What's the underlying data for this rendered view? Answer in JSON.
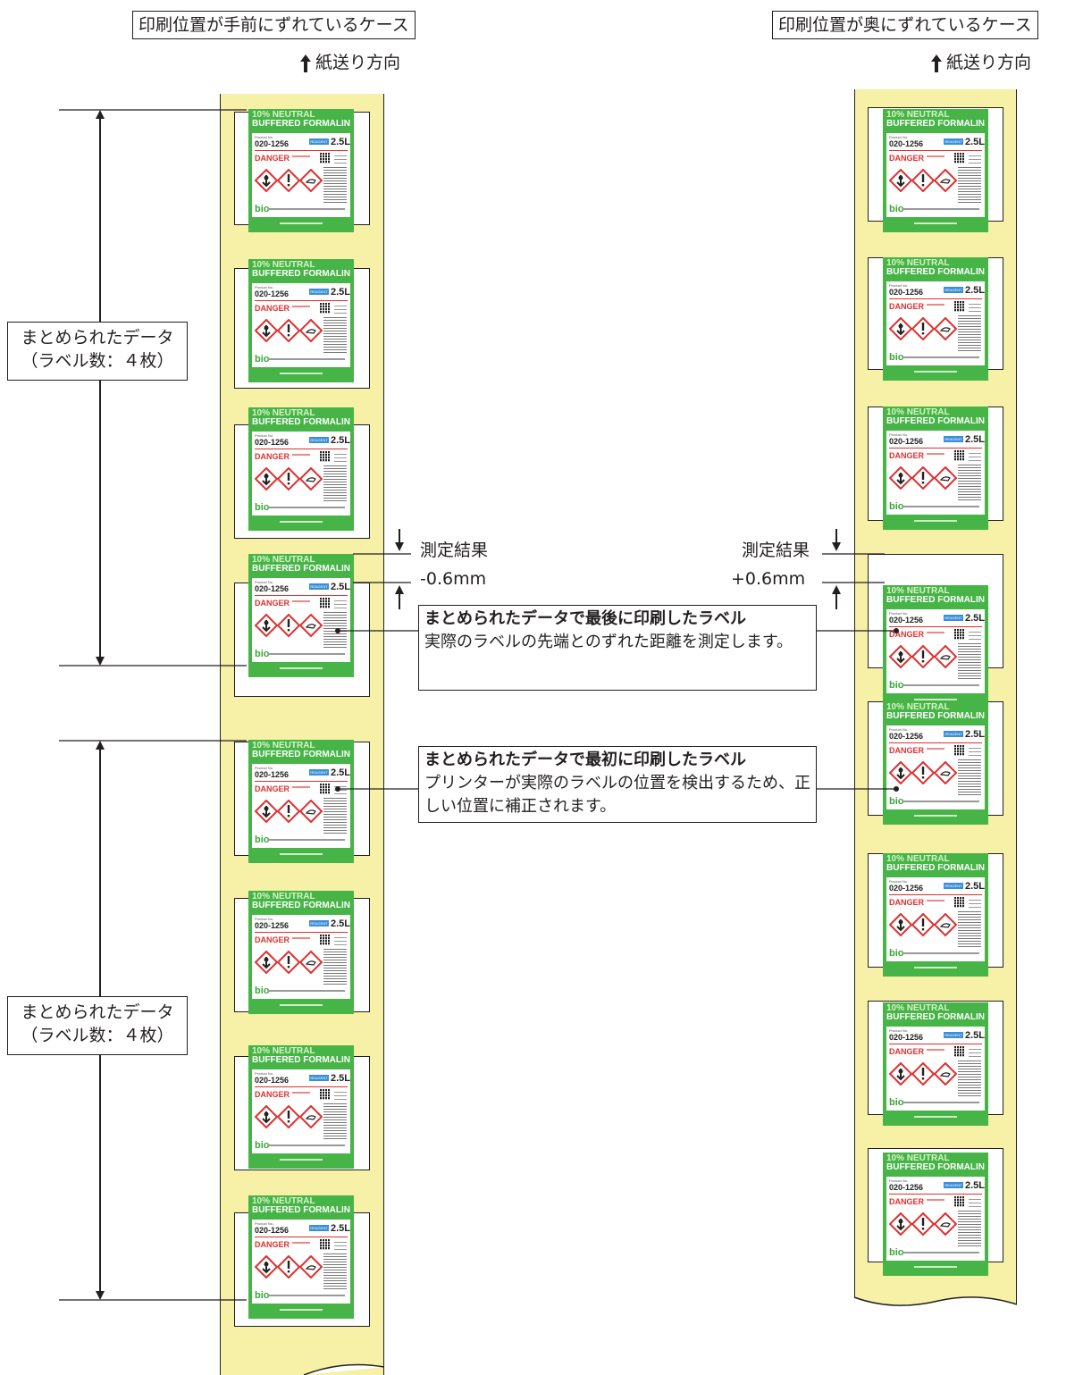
{
  "left_case": {
    "title": "印刷位置が手前にずれているケース",
    "feed_direction": "紙送り方向",
    "group_label_line1": "まとめられたデータ",
    "group_label_line2": "（ラベル数：４枚）",
    "measure_label": "測定結果",
    "measure_value": "-0.6mm"
  },
  "right_case": {
    "title": "印刷位置が奥にずれているケース",
    "feed_direction": "紙送り方向",
    "measure_label": "測定結果",
    "measure_value": "+0.6mm"
  },
  "callout_last": {
    "heading": "まとめられたデータで最後に印刷したラベル",
    "body": "実際のラベルの先端とのずれた距離を測定します。"
  },
  "callout_first": {
    "heading": "まとめられたデータで最初に印刷したラベル",
    "body": "プリンターが実際のラベルの位置を検出するため、正しい位置に補正されます。"
  },
  "label": {
    "line1": "10% NEUTRAL",
    "line2": "BUFFERED FORMALIN",
    "product_caption": "Product No.",
    "product_no": "020-1256",
    "reagent": "REAGENT",
    "volume": "2.5L",
    "danger": "DANGER",
    "brand": "bio"
  },
  "colors": {
    "strip": "#f6f1a6",
    "label_green": "#46b446",
    "danger_red": "#e03030",
    "reagent_blue": "#3a8fd9"
  }
}
